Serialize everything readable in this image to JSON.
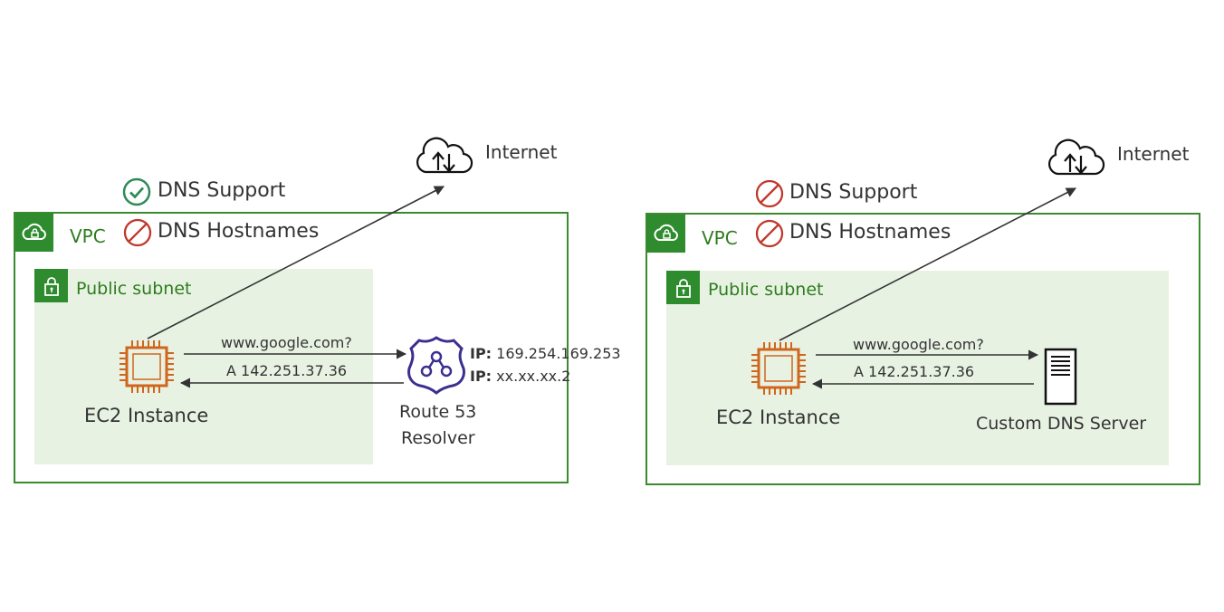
{
  "colors": {
    "vpc_border": "#3a8a2e",
    "vpc_tab": "#2e8b2e",
    "subnet_bg": "#e8f2e3",
    "ec2": "#d0661c",
    "route53": "#3b2f8f",
    "check": "#2e8b57",
    "prohibit": "#c0392b"
  },
  "left": {
    "internet_label": "Internet",
    "dns_support": {
      "label": "DNS Support",
      "status": "enabled",
      "icon": "check-circle-icon"
    },
    "dns_hostnames": {
      "label": "DNS Hostnames",
      "status": "disabled",
      "icon": "prohibited-icon"
    },
    "vpc_label": "VPC",
    "subnet_label": "Public subnet",
    "query": "www.google.com?",
    "answer": "A 142.251.37.36",
    "ec2_label": "EC2 Instance",
    "resolver": {
      "line1": "Route 53",
      "line2": "Resolver",
      "ip1_key": "IP:",
      "ip1_val": " 169.254.169.253",
      "ip2_key": "IP:",
      "ip2_val": " xx.xx.xx.2"
    }
  },
  "right": {
    "internet_label": "Internet",
    "dns_support": {
      "label": "DNS Support",
      "status": "disabled",
      "icon": "prohibited-icon"
    },
    "dns_hostnames": {
      "label": "DNS Hostnames",
      "status": "disabled",
      "icon": "prohibited-icon"
    },
    "vpc_label": "VPC",
    "subnet_label": "Public subnet",
    "query": "www.google.com?",
    "answer": "A 142.251.37.36",
    "ec2_label": "EC2 Instance",
    "server_label": "Custom DNS Server"
  }
}
